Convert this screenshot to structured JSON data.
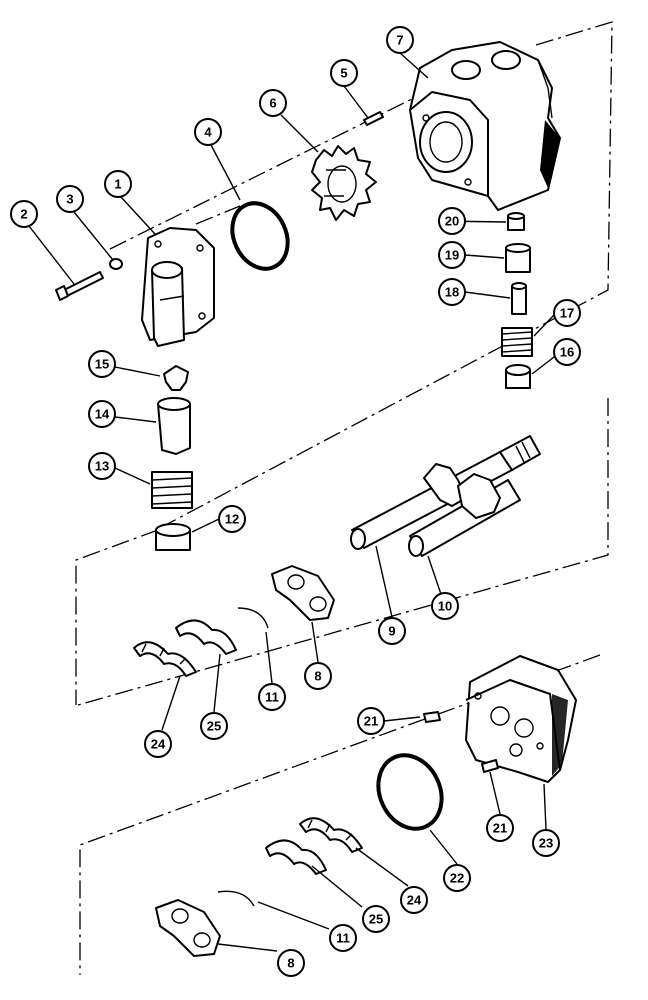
{
  "callouts": {
    "c1": "1",
    "c2": "2",
    "c3": "3",
    "c4": "4",
    "c5": "5",
    "c6": "6",
    "c7": "7",
    "c8a": "8",
    "c8b": "8",
    "c9": "9",
    "c10": "10",
    "c11a": "11",
    "c11b": "11",
    "c12": "12",
    "c13": "13",
    "c14": "14",
    "c15": "15",
    "c16": "16",
    "c17": "17",
    "c18": "18",
    "c19": "19",
    "c20": "20",
    "c21a": "21",
    "c21b": "21",
    "c22": "22",
    "c23": "23",
    "c24a": "24",
    "c24b": "24",
    "c25a": "25",
    "c25b": "25"
  }
}
